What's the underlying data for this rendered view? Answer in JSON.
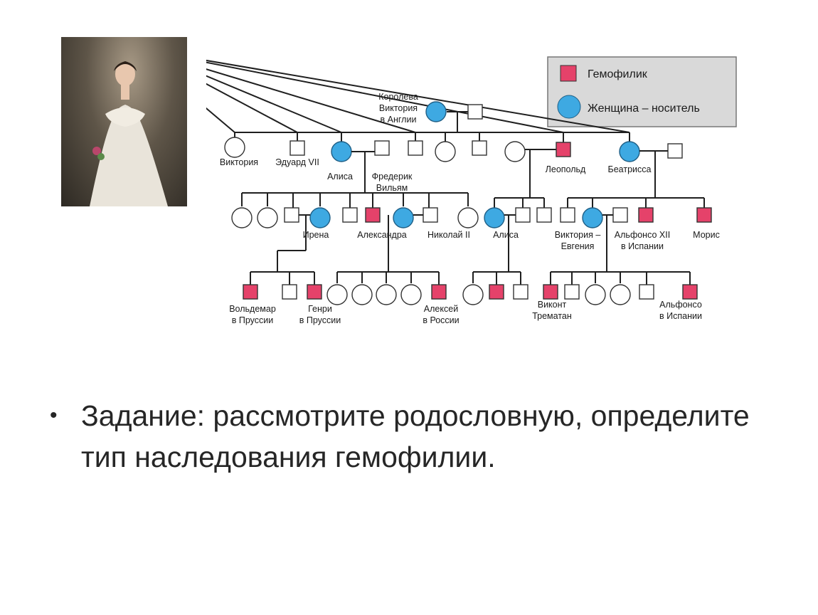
{
  "portrait": {
    "icon": "portrait-painting"
  },
  "legend": {
    "hemophiliac": "Гемофилик",
    "carrier": "Женщина – носитель"
  },
  "colors": {
    "hemophiliac": "#e5426a",
    "carrier": "#3ea9e2",
    "line": "#1f1f1f",
    "legend_bg": "#d9d9d9"
  },
  "people": {
    "victoria_queen": "Королева\nВиктория\nв Англии",
    "victoria": "Виктория",
    "edward": "Эдуард VII",
    "alice": "Алиса",
    "frederick": "Фредерик\nВильям",
    "leopold": "Леопольд",
    "beatrice": "Беатрисса",
    "irene": "Ирена",
    "alexandra": "Александра",
    "nicholas": "Николай II",
    "alice2": "Алиса",
    "victoria_eugenie": "Виктория –\nЕвгения",
    "alfonso12": "Альфонсо XII",
    "maurice": "Морис",
    "in_spain_1": "в Испании",
    "waldemar": "Вольдемар\nв Пруссии",
    "henry": "Генри\nв Пруссии",
    "alexei": "Алексей\nв России",
    "trematon": "Виконт\nТрематан",
    "alfonso": "Альфонсо\nв Испании"
  },
  "task": {
    "bullet": "•",
    "text": "Задание: рассмотрите родословную, определите тип наследования гемофилии."
  }
}
